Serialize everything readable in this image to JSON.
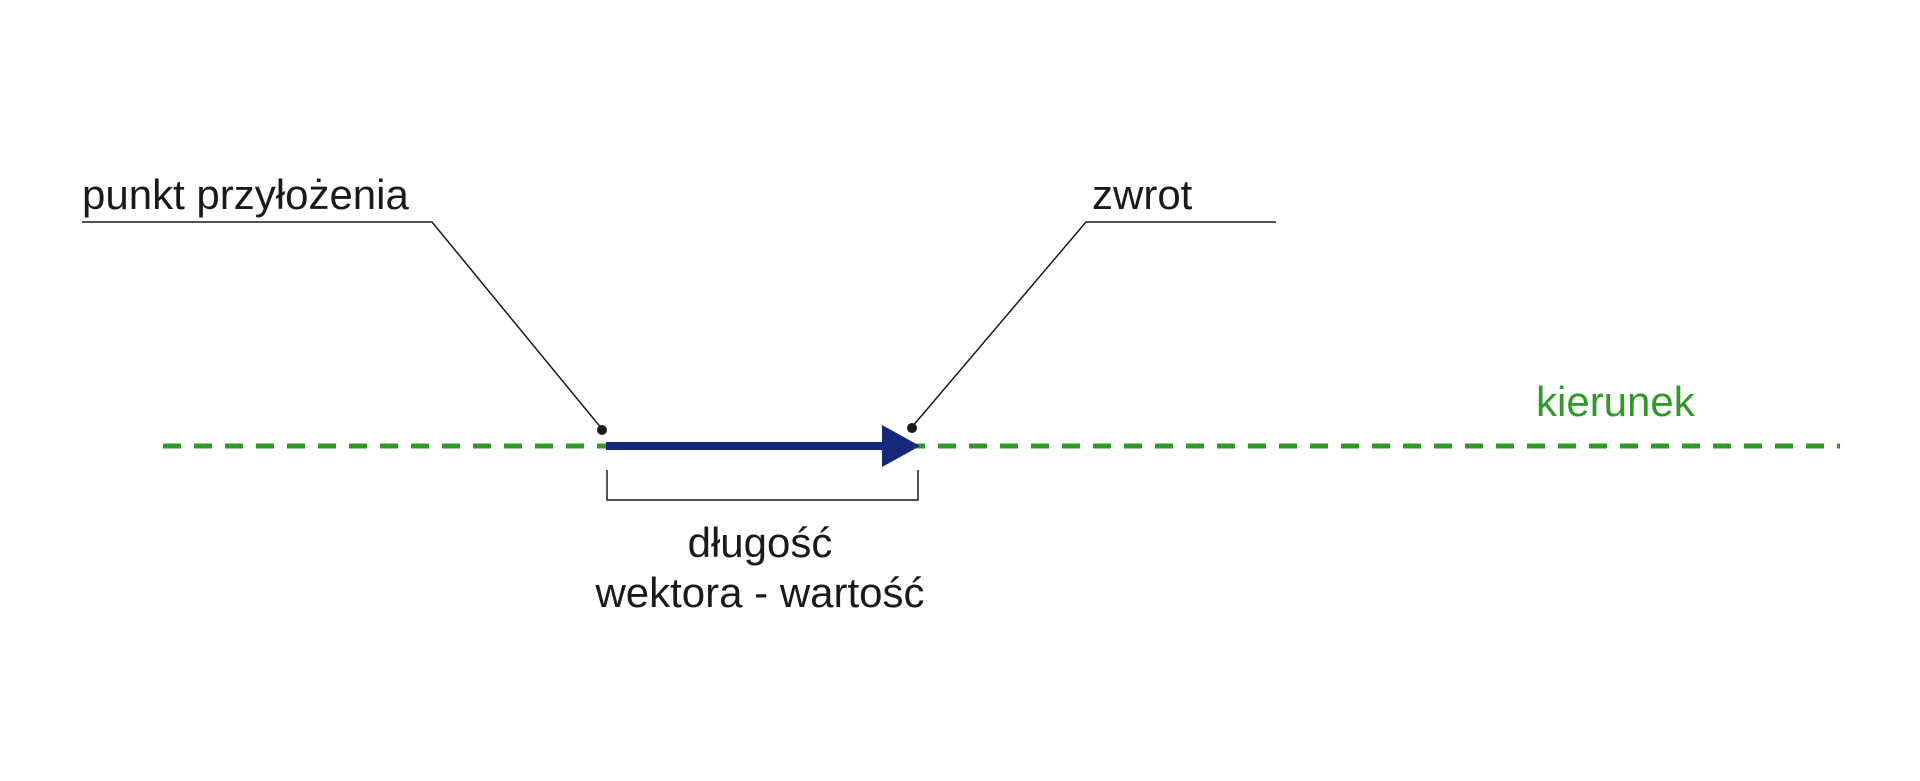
{
  "labels": {
    "application_point": "punkt przyłożenia",
    "sense": "zwrot",
    "direction": "kierunek",
    "magnitude_line1": "długość",
    "magnitude_line2": "wektora - wartość"
  },
  "colors": {
    "direction_line": "#2f9a27",
    "vector": "#15297a",
    "leader": "#1a1a1a",
    "text": "#1a1a1a",
    "direction_text": "#2f9a27",
    "background": "#ffffff"
  }
}
